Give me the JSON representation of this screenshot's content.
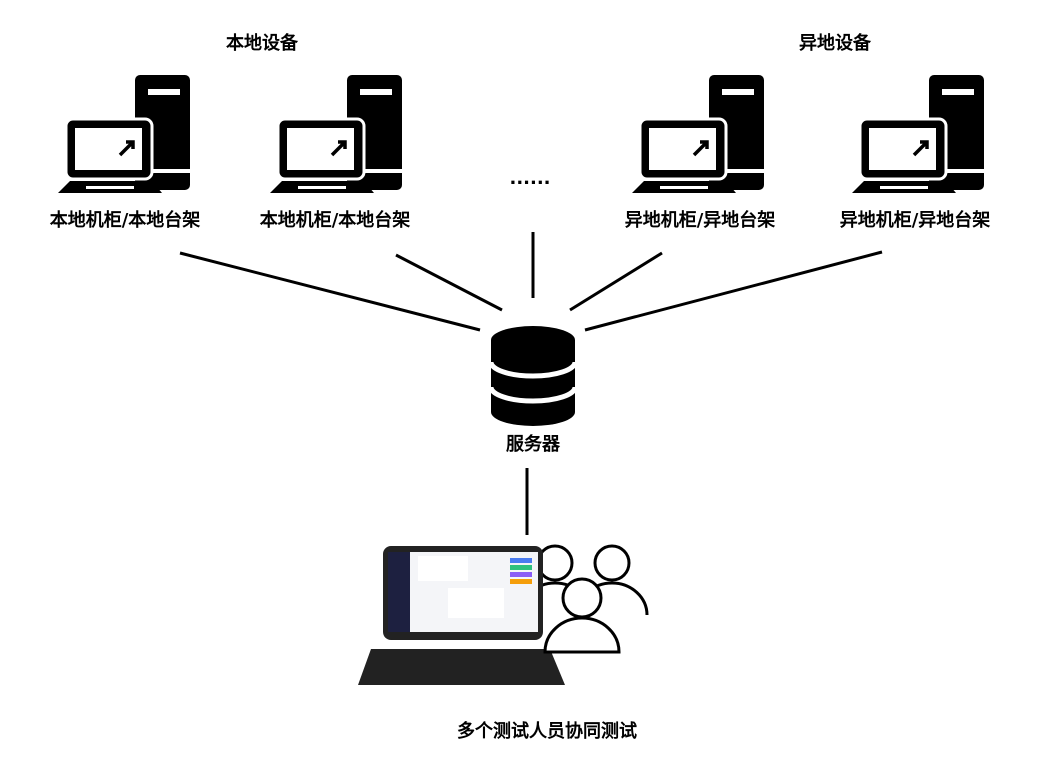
{
  "groups": {
    "local": "本地设备",
    "remote": "异地设备"
  },
  "devices": [
    {
      "label": "本地机柜/本地台架",
      "icon": "desktop-computer-icon"
    },
    {
      "label": "本地机柜/本地台架",
      "icon": "desktop-computer-icon"
    },
    {
      "label": "异地机柜/异地台架",
      "icon": "desktop-computer-icon"
    },
    {
      "label": "异地机柜/异地台架",
      "icon": "desktop-computer-icon"
    }
  ],
  "ellipsis": "......",
  "server": {
    "label": "服务器",
    "icon": "database-icon"
  },
  "client": {
    "label": "多个测试人员协同测试",
    "icon": "laptop-users-icon"
  }
}
